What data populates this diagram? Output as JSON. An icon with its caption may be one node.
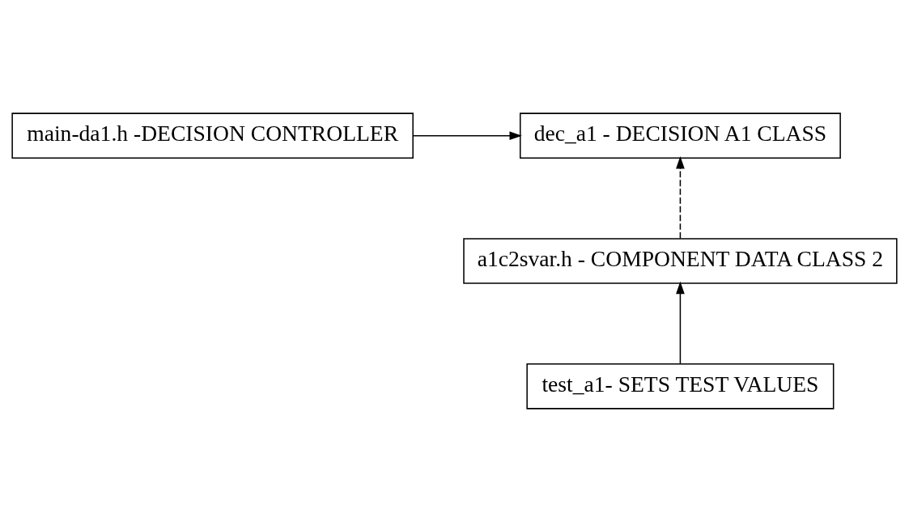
{
  "diagram": {
    "nodes": [
      {
        "text": [
          "dec_a1 - DECISION A1 CLASS"
        ]
      },
      {
        "text": [
          "main-da1.h -DECISION CONTROLLER"
        ]
      },
      {
        "text": [
          "a1c2svar.h - COMPONENT DATA CLASS 2"
        ]
      },
      {
        "text": [
          "test_a1- SETS TEST VALUES"
        ]
      }
    ],
    "edges": [
      {
        "from": 1,
        "to": 0,
        "arrow": "to"
      },
      {
        "from": 2,
        "to": 0,
        "arrow": "to",
        "style": "dashed"
      },
      {
        "from": 3,
        "to": 2,
        "arrow": "to"
      }
    ]
  }
}
